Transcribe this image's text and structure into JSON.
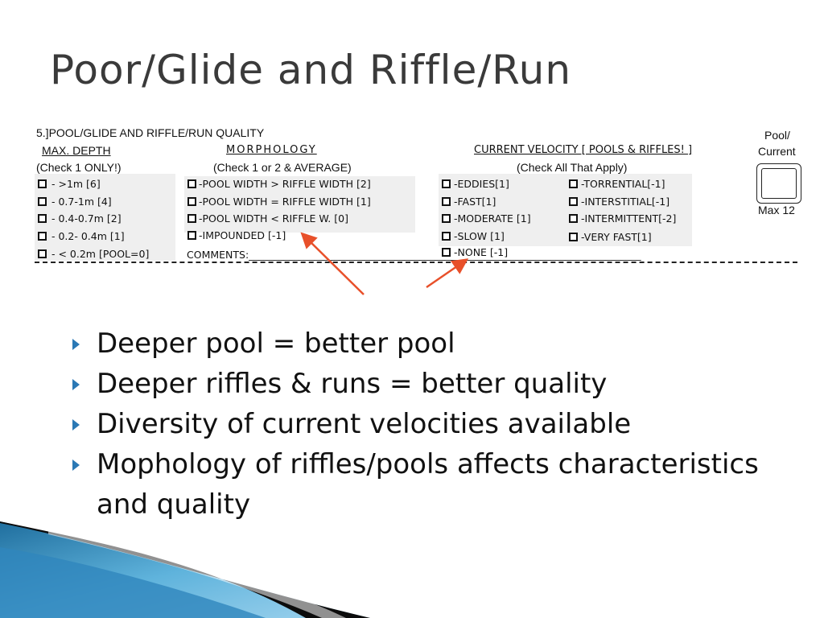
{
  "slide": {
    "title": "Poor/Glide and Riffle/Run"
  },
  "form": {
    "section_title": "5.]POOL/GLIDE AND RIFFLE/RUN QUALITY",
    "depth": {
      "header": "MAX. DEPTH",
      "instruction": "(Check 1 ONLY!)",
      "items": [
        "-  >1m [6]",
        "-  0.7-1m [4]",
        "-  0.4-0.7m [2]",
        "-  0.2- 0.4m [1]",
        "-  < 0.2m [POOL=0]"
      ]
    },
    "morphology": {
      "header": "MORPHOLOGY",
      "instruction": "(Check 1 or 2 & AVERAGE)",
      "items": [
        "-POOL WIDTH > RIFFLE WIDTH [2]",
        "-POOL WIDTH = RIFFLE WIDTH [1]",
        "-POOL WIDTH < RIFFLE W. [0]",
        "-IMPOUNDED [-1]"
      ]
    },
    "velocity": {
      "header": "CURRENT VELOCITY  [ POOLS & RIFFLES! ]",
      "instruction": "(Check  All  That Apply)",
      "left_items": [
        "-EDDIES[1]",
        "-FAST[1]",
        "-MODERATE [1]",
        "-SLOW [1]",
        "-NONE [-1]"
      ],
      "right_items": [
        "-TORRENTIAL[-1]",
        "-INTERSTITIAL[-1]",
        "-INTERMITTENT[-2]",
        "-VERY FAST[1]"
      ]
    },
    "comments_label": "COMMENTS:______________________________________________________________________________",
    "score": {
      "label_line1": "Pool/",
      "label_line2": "Current",
      "max": "Max 12"
    }
  },
  "bullets": [
    "Deeper pool = better pool",
    "Deeper riffles & runs = better quality",
    "Diversity of current velocities available",
    "Mophology of riffles/pools affects characteristics and quality"
  ],
  "colors": {
    "bullet": "#2a78b5",
    "annotation_arrow": "#e8502a",
    "title": "#3a3a3a"
  }
}
